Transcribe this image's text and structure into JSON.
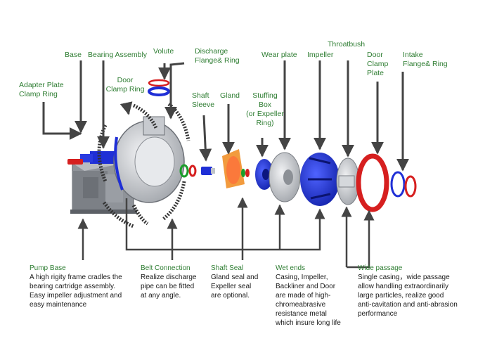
{
  "colors": {
    "label_green": "#2e7d32",
    "arrow": "#444444",
    "blue": "#1f2fd6",
    "red": "#d61f1f",
    "gray": "#a9adb3"
  },
  "labels": {
    "base": "Base",
    "bearing_assembly": "Bearing Assembly",
    "volute": "Volute",
    "discharge_flange": [
      "Discharge",
      "Flange& Ring"
    ],
    "throatbush": "Throatbush",
    "adapter_plate": [
      "Adapter Plate",
      "Clamp Ring"
    ],
    "door_clamp_ring": [
      "Door",
      "Clamp Ring"
    ],
    "shaft_sleeve": [
      "Shaft",
      "Sleeve"
    ],
    "gland": "Gland",
    "stuffing_box": [
      "Stuffing",
      "Box",
      "(or Expeller",
      "Ring)"
    ],
    "wear_plate": "Wear plate",
    "impeller": "Impeller",
    "door_clamp_plate": [
      "Door",
      "Clamp",
      "Plate"
    ],
    "intake_flange": [
      "Intake",
      "Flange& Ring"
    ]
  },
  "features": {
    "pump_base": {
      "title": "Pump Base",
      "lines": [
        "A high rigity frame cradles the",
        "bearing cartridge assembly.",
        "Easy impeller adjustment and",
        "easy maintenance"
      ]
    },
    "belt_connection": {
      "title": "Belt Connection",
      "lines": [
        "Realize discharge",
        "pipe can be fitted",
        "at any angle."
      ]
    },
    "shaft_seal": {
      "title": "Shaft Seal",
      "lines": [
        "Gland seal and",
        "Expeller seal",
        "are optional."
      ]
    },
    "wet_ends": {
      "title": "Wet ends",
      "lines": [
        "Casing, Impeller,",
        "Backliner and Door",
        "are made of high-",
        "chromeabrasive",
        "resistance metal",
        "which insure long life"
      ]
    },
    "wide_passage": {
      "title": "Wide passage",
      "lines": [
        "Single casing，wide passage",
        "allow handling extraordinarily",
        "large particles, realize good",
        "anti-cavitation and anti-abrasion",
        "performance"
      ]
    }
  }
}
